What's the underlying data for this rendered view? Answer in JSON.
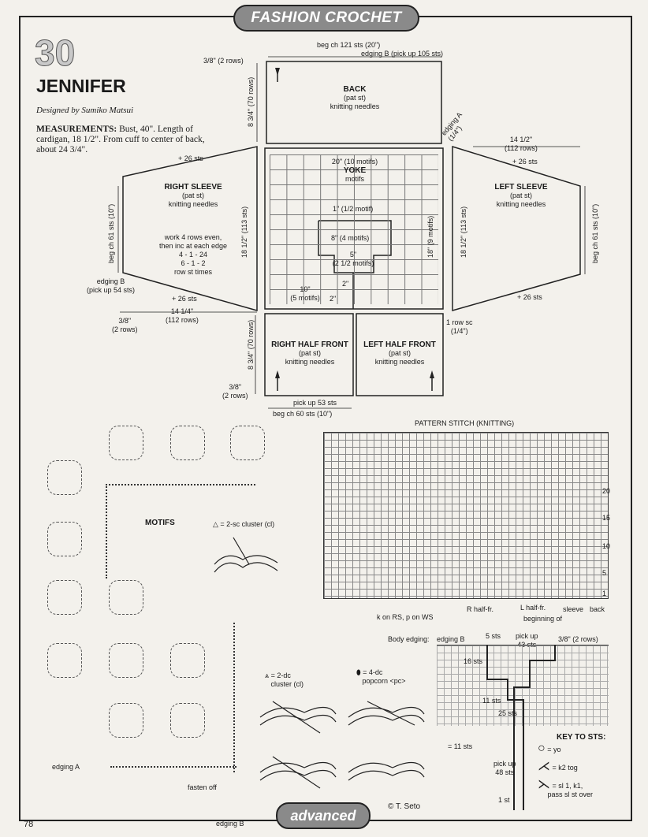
{
  "header": {
    "banner": "FASHION CROCHET",
    "number": "30",
    "title": "JENNIFER",
    "designer": "Designed by Sumiko Matsui"
  },
  "measurements": {
    "label": "MEASUREMENTS:",
    "text": " Bust, 40\". Length of cardigan, 18 1/2\". From cuff to center of back, about 24 3/4\"."
  },
  "diagram": {
    "back": {
      "name": "BACK",
      "sub1": "(pat st)",
      "sub2": "knitting needles"
    },
    "yoke": {
      "name": "YOKE",
      "sub1": "motifs",
      "top": "20\" (10 motifs)",
      "one": "1\" (1/2 motif)",
      "eight": "8\" (4 motifs)",
      "five": "5\"",
      "five_b": "(2 1/2 motifs)",
      "two": "2\"",
      "two_b": "2\"",
      "ten": "10\"",
      "ten_b": "(5 motifs)",
      "eighteen": "18\"",
      "eighteen_b": "(9 motifs)"
    },
    "right_sleeve": {
      "name": "RIGHT SLEEVE",
      "sub1": "(pat st)",
      "sub2": "knitting needles",
      "work": "work 4 rows even,",
      "then": "then inc at each edge",
      "r1": "4 - 1 - 24",
      "r2": "6 - 1 - 2",
      "r3": "row st times"
    },
    "left_sleeve": {
      "name": "LEFT SLEEVE",
      "sub1": "(pat st)",
      "sub2": "knitting needles"
    },
    "right_front": {
      "name": "RIGHT HALF FRONT",
      "sub1": "(pat st)",
      "sub2": "knitting needles"
    },
    "left_front": {
      "name": "LEFT HALF FRONT",
      "sub1": "(pat st)",
      "sub2": "knitting needles"
    },
    "labels": {
      "beg_back": "beg ch 121 sts (20\")",
      "edging_b_top": "edging B (pick up 105 sts)",
      "rows_38_top": "3/8\" (2 rows)",
      "back_h": "8 3/4\"",
      "back_h_b": "(70 rows)",
      "edging_a": "edging A",
      "edging_a_b": "(1/4\")",
      "plus26_a": "+ 26 sts",
      "plus26_b": "+ 26 sts",
      "plus26_c": "+ 26 sts",
      "plus26_d": "+ 26 sts",
      "w1412_r": "14 1/2\"",
      "w1412_r_b": "(112 rows)",
      "w1414_l": "14 1/4\"",
      "w1414_l_b": "(112 rows)",
      "h1812_l": "18 1/2\"",
      "h1812_l_b": "(113 sts)",
      "h1812_r": "18 1/2\"",
      "h1812_r_b": "(113 sts)",
      "beg61_l": "beg ch 61 sts",
      "beg61_l_b": "(10\")",
      "beg61_r": "beg ch 61 sts",
      "beg61_r_b": "(10\")",
      "edging_b_l": "edging B",
      "edging_b_l_b": "(pick up 54 sts)",
      "rows38_l": "3/8\"",
      "rows38_l_b": "(2 rows)",
      "row_sc": "1 row sc",
      "row_sc_b": "(1/4\")",
      "front_h": "8 3/4\"",
      "front_h_b": "(70 rows)",
      "rows38_b": "3/8\"",
      "rows38_b_b": "(2 rows)",
      "pick53": "pick up 53 sts",
      "beg60": "beg ch 60 sts (10\")"
    }
  },
  "motifs": {
    "title": "MOTIFS",
    "cluster": "= 2-sc cluster (cl)",
    "edging_a": "edging A",
    "fasten": "fasten off",
    "edging_b": "edging B"
  },
  "stitches": {
    "dc_cl": "= 2-dc",
    "dc_cl_b": "cluster (cl)",
    "popcorn": "= 4-dc",
    "popcorn_b": "popcorn <pc>"
  },
  "pattern": {
    "title": "PATTERN STITCH (KNITTING)",
    "k_on": "k on RS, p on WS",
    "r_half": "R half-fr.",
    "l_half": "L half-fr.",
    "sleeve": "sleeve",
    "back": "back",
    "beginning": "beginning of",
    "n20": "20",
    "n15": "15",
    "n10": "10",
    "n5": "5",
    "n1": "1"
  },
  "body_edging": {
    "label": "Body edging:",
    "edging_b": "edging B",
    "five": "5 sts",
    "pick43": "pick up",
    "pick43_b": "43 sts",
    "rows": "3/8\" (2 rows)",
    "s16": "16 sts",
    "s11": "11 sts",
    "s25": "25 sts",
    "eq11": "= 11 sts",
    "pick48": "pick up",
    "pick48_b": "48 sts",
    "one": "1 st"
  },
  "key": {
    "title": "KEY TO STS:",
    "yo": "= yo",
    "k2tog": "= k2 tog",
    "sl": "= sl 1, k1,",
    "sl_b": "pass sl st over"
  },
  "footer": {
    "copyright": "© T. Seto",
    "advanced": "advanced",
    "page": "78"
  }
}
